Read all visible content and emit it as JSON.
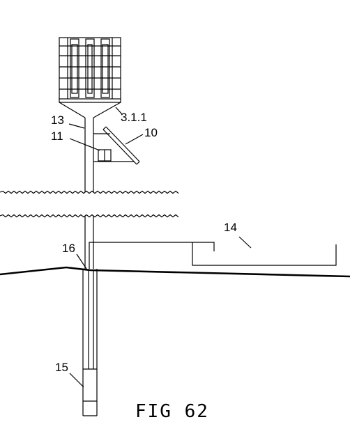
{
  "figure": {
    "caption": "FIG 62",
    "labels": {
      "l_3_1_1": "3.1.1",
      "l_13": "13",
      "l_10": "10",
      "l_11": "11",
      "l_14": "14",
      "l_16": "16",
      "l_15": "15"
    }
  },
  "colors": {
    "ink": "#000000",
    "paper": "#ffffff"
  }
}
